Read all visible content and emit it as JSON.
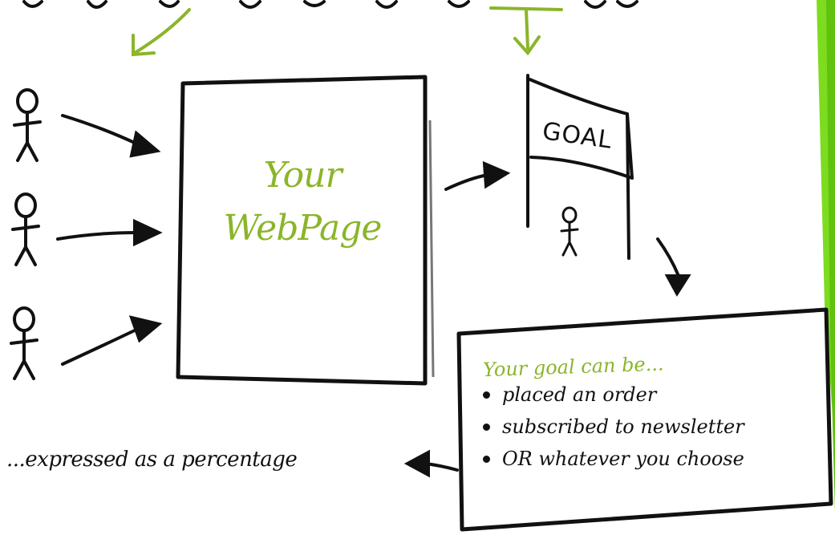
{
  "webpage": {
    "line1": "Your",
    "line2": "WebPage"
  },
  "flag": {
    "label": "GOAL"
  },
  "goal_box": {
    "heading": "Your goal can be...",
    "items": [
      {
        "text": "placed an order"
      },
      {
        "text": "subscribed to newsletter"
      },
      {
        "text": "OR whatever you choose"
      }
    ]
  },
  "footer": {
    "percentage_text": "...expressed as a percentage"
  },
  "colors": {
    "accent_green": "#8bb52a",
    "ink": "#111111",
    "side_stripe": "#7ddc1f"
  }
}
